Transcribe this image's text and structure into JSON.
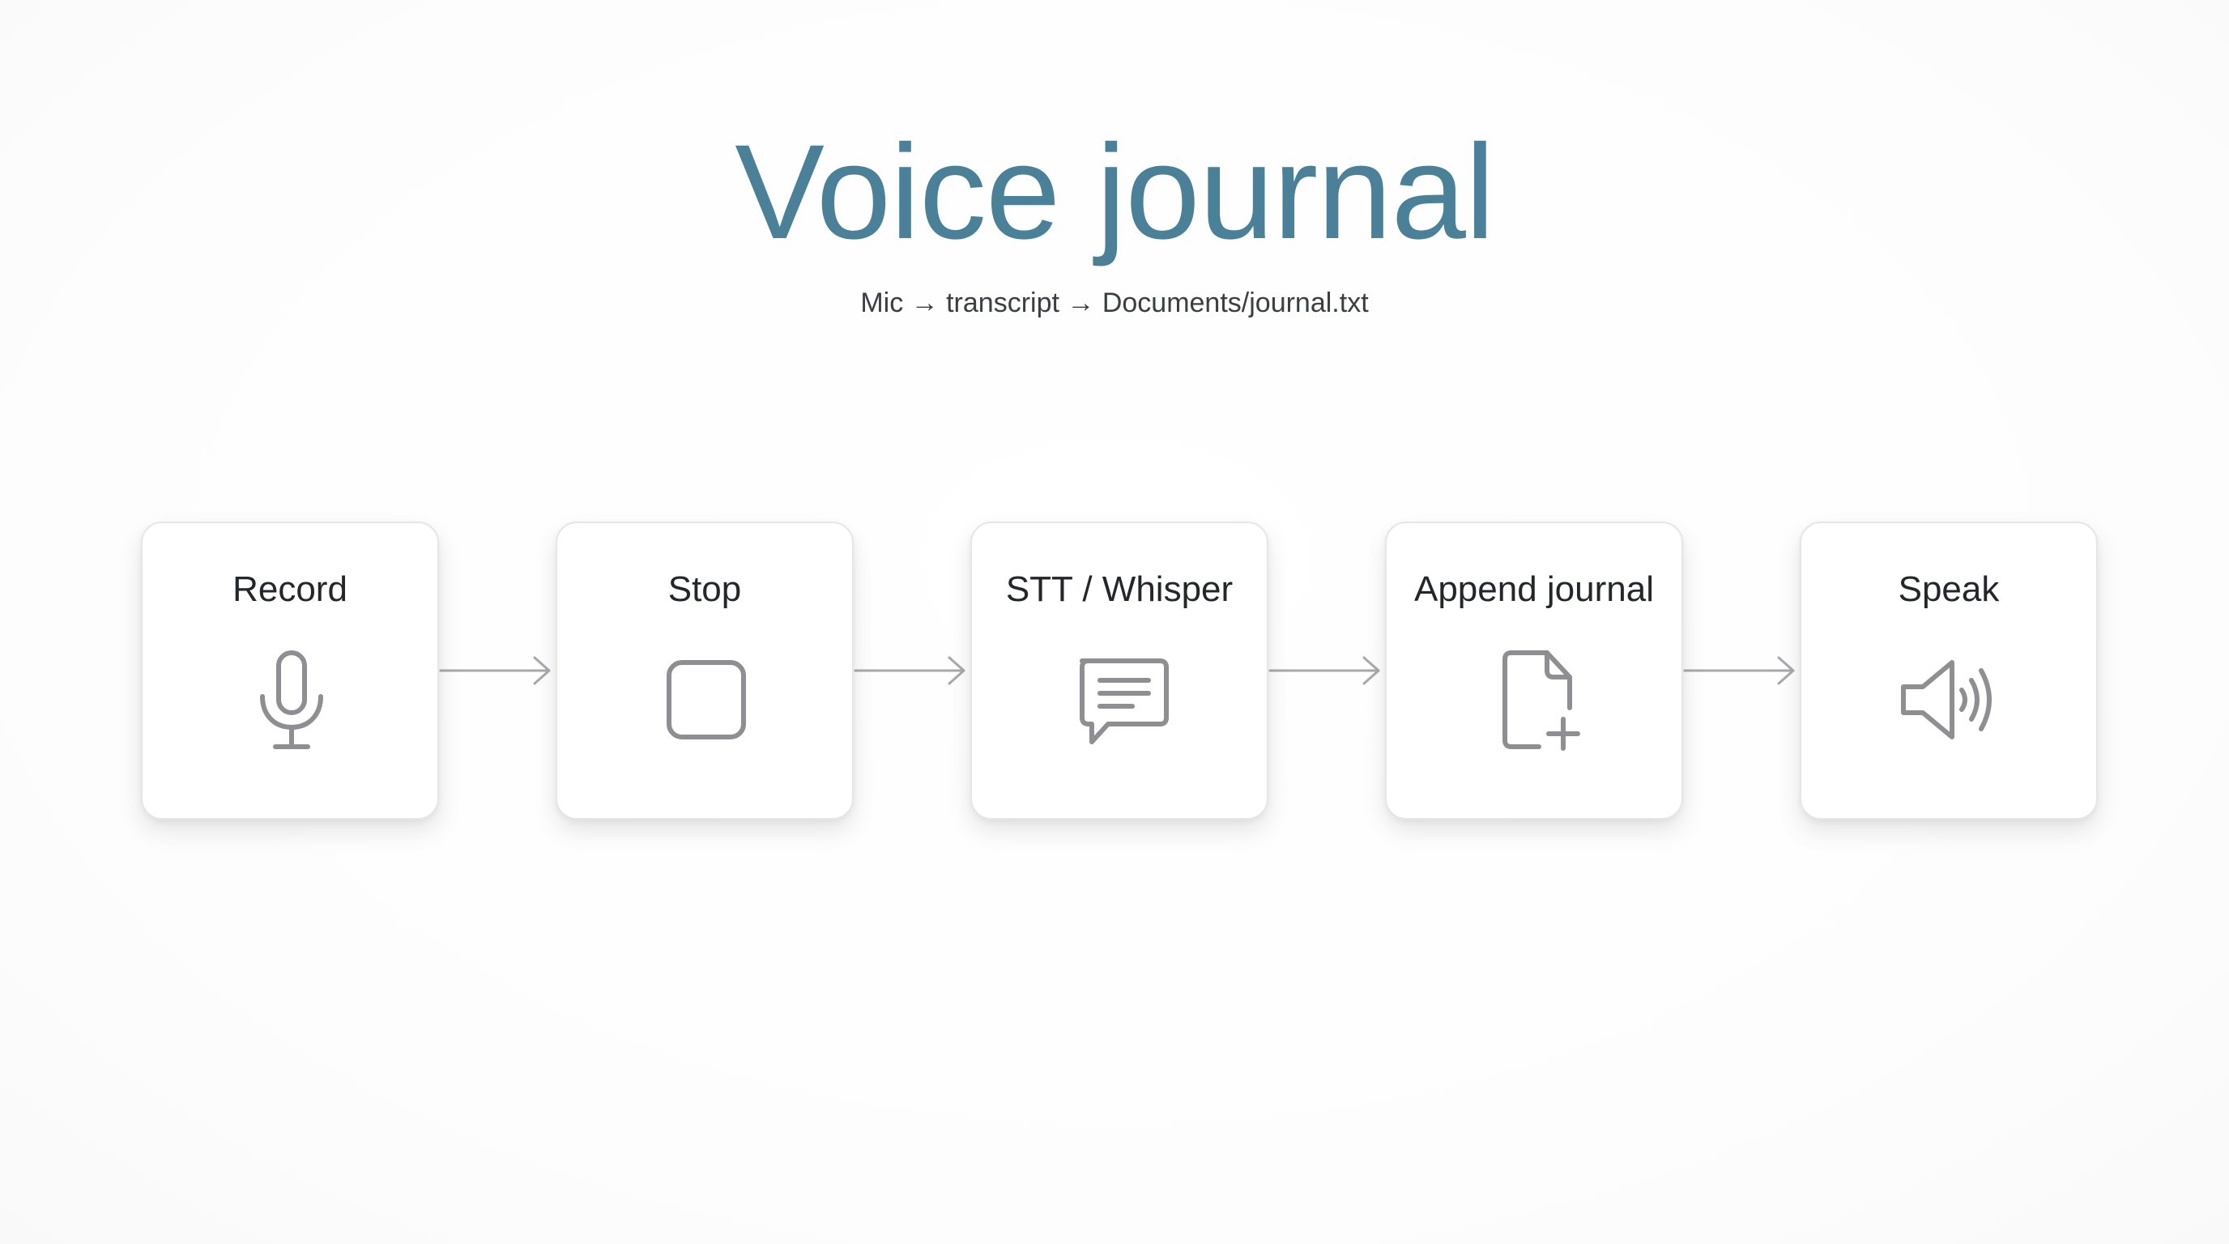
{
  "header": {
    "title": "Voice journal",
    "subtitle": "Mic → transcript → Documents/journal.txt"
  },
  "steps": [
    {
      "label": "Record",
      "icon": "microphone-icon"
    },
    {
      "label": "Stop",
      "icon": "stop-square-icon"
    },
    {
      "label": "STT / Whisper",
      "icon": "chat-bubble-icon"
    },
    {
      "label": "Append journal",
      "icon": "file-plus-icon"
    },
    {
      "label": "Speak",
      "icon": "speaker-icon"
    }
  ],
  "colors": {
    "title": "#4a8098",
    "icon_stroke": "#8e8e93",
    "arrow": "#a9a9ad",
    "card_border": "#e6e6e6"
  }
}
